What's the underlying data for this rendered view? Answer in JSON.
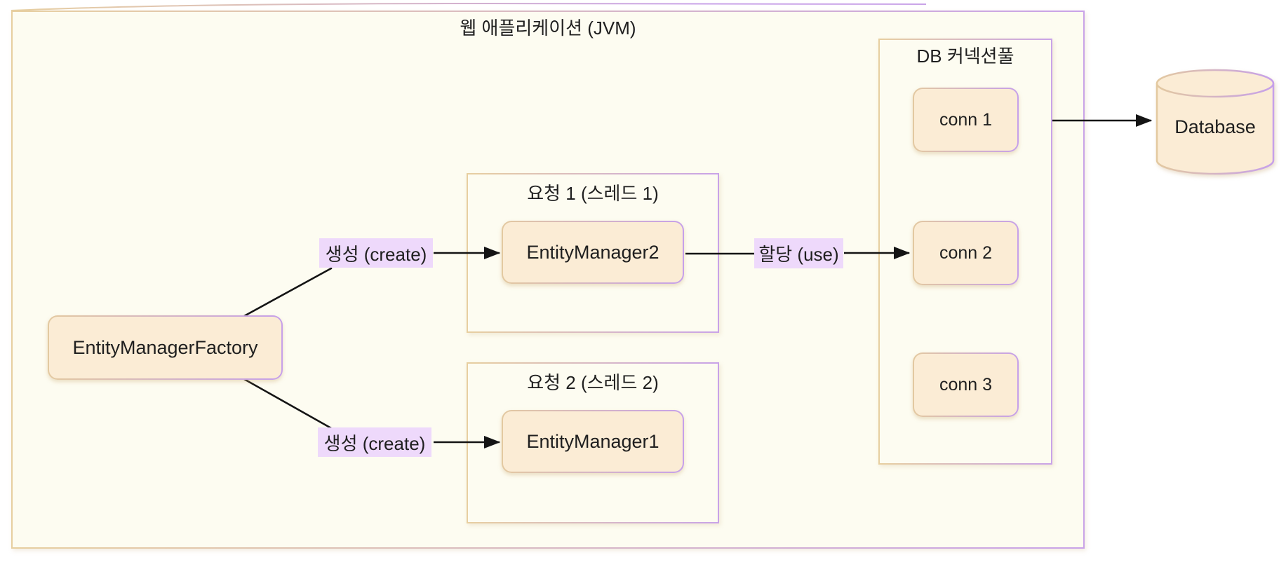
{
  "app": {
    "title": "웹 애플리케이션 (JVM)"
  },
  "factory": {
    "label": "EntityManagerFactory"
  },
  "request1": {
    "title": "요청 1 (스레드 1)",
    "entity_manager": "EntityManager2"
  },
  "request2": {
    "title": "요청 2 (스레드 2)",
    "entity_manager": "EntityManager1"
  },
  "pool": {
    "title": "DB 커넥션풀",
    "connections": [
      "conn 1",
      "conn 2",
      "conn 3"
    ]
  },
  "database": {
    "label": "Database"
  },
  "edges": {
    "create_request1": "생성 (create)",
    "create_request2": "생성 (create)",
    "use": "할당 (use)"
  },
  "colors": {
    "node_fill": "#fbecd5",
    "container_fill": "#fdfcf1",
    "border_tan": "#e7cfa0",
    "border_purple": "#c9a3e8",
    "edge_label_bg": "#eed9fb",
    "line": "#141414",
    "text": "#1f1f1f"
  }
}
